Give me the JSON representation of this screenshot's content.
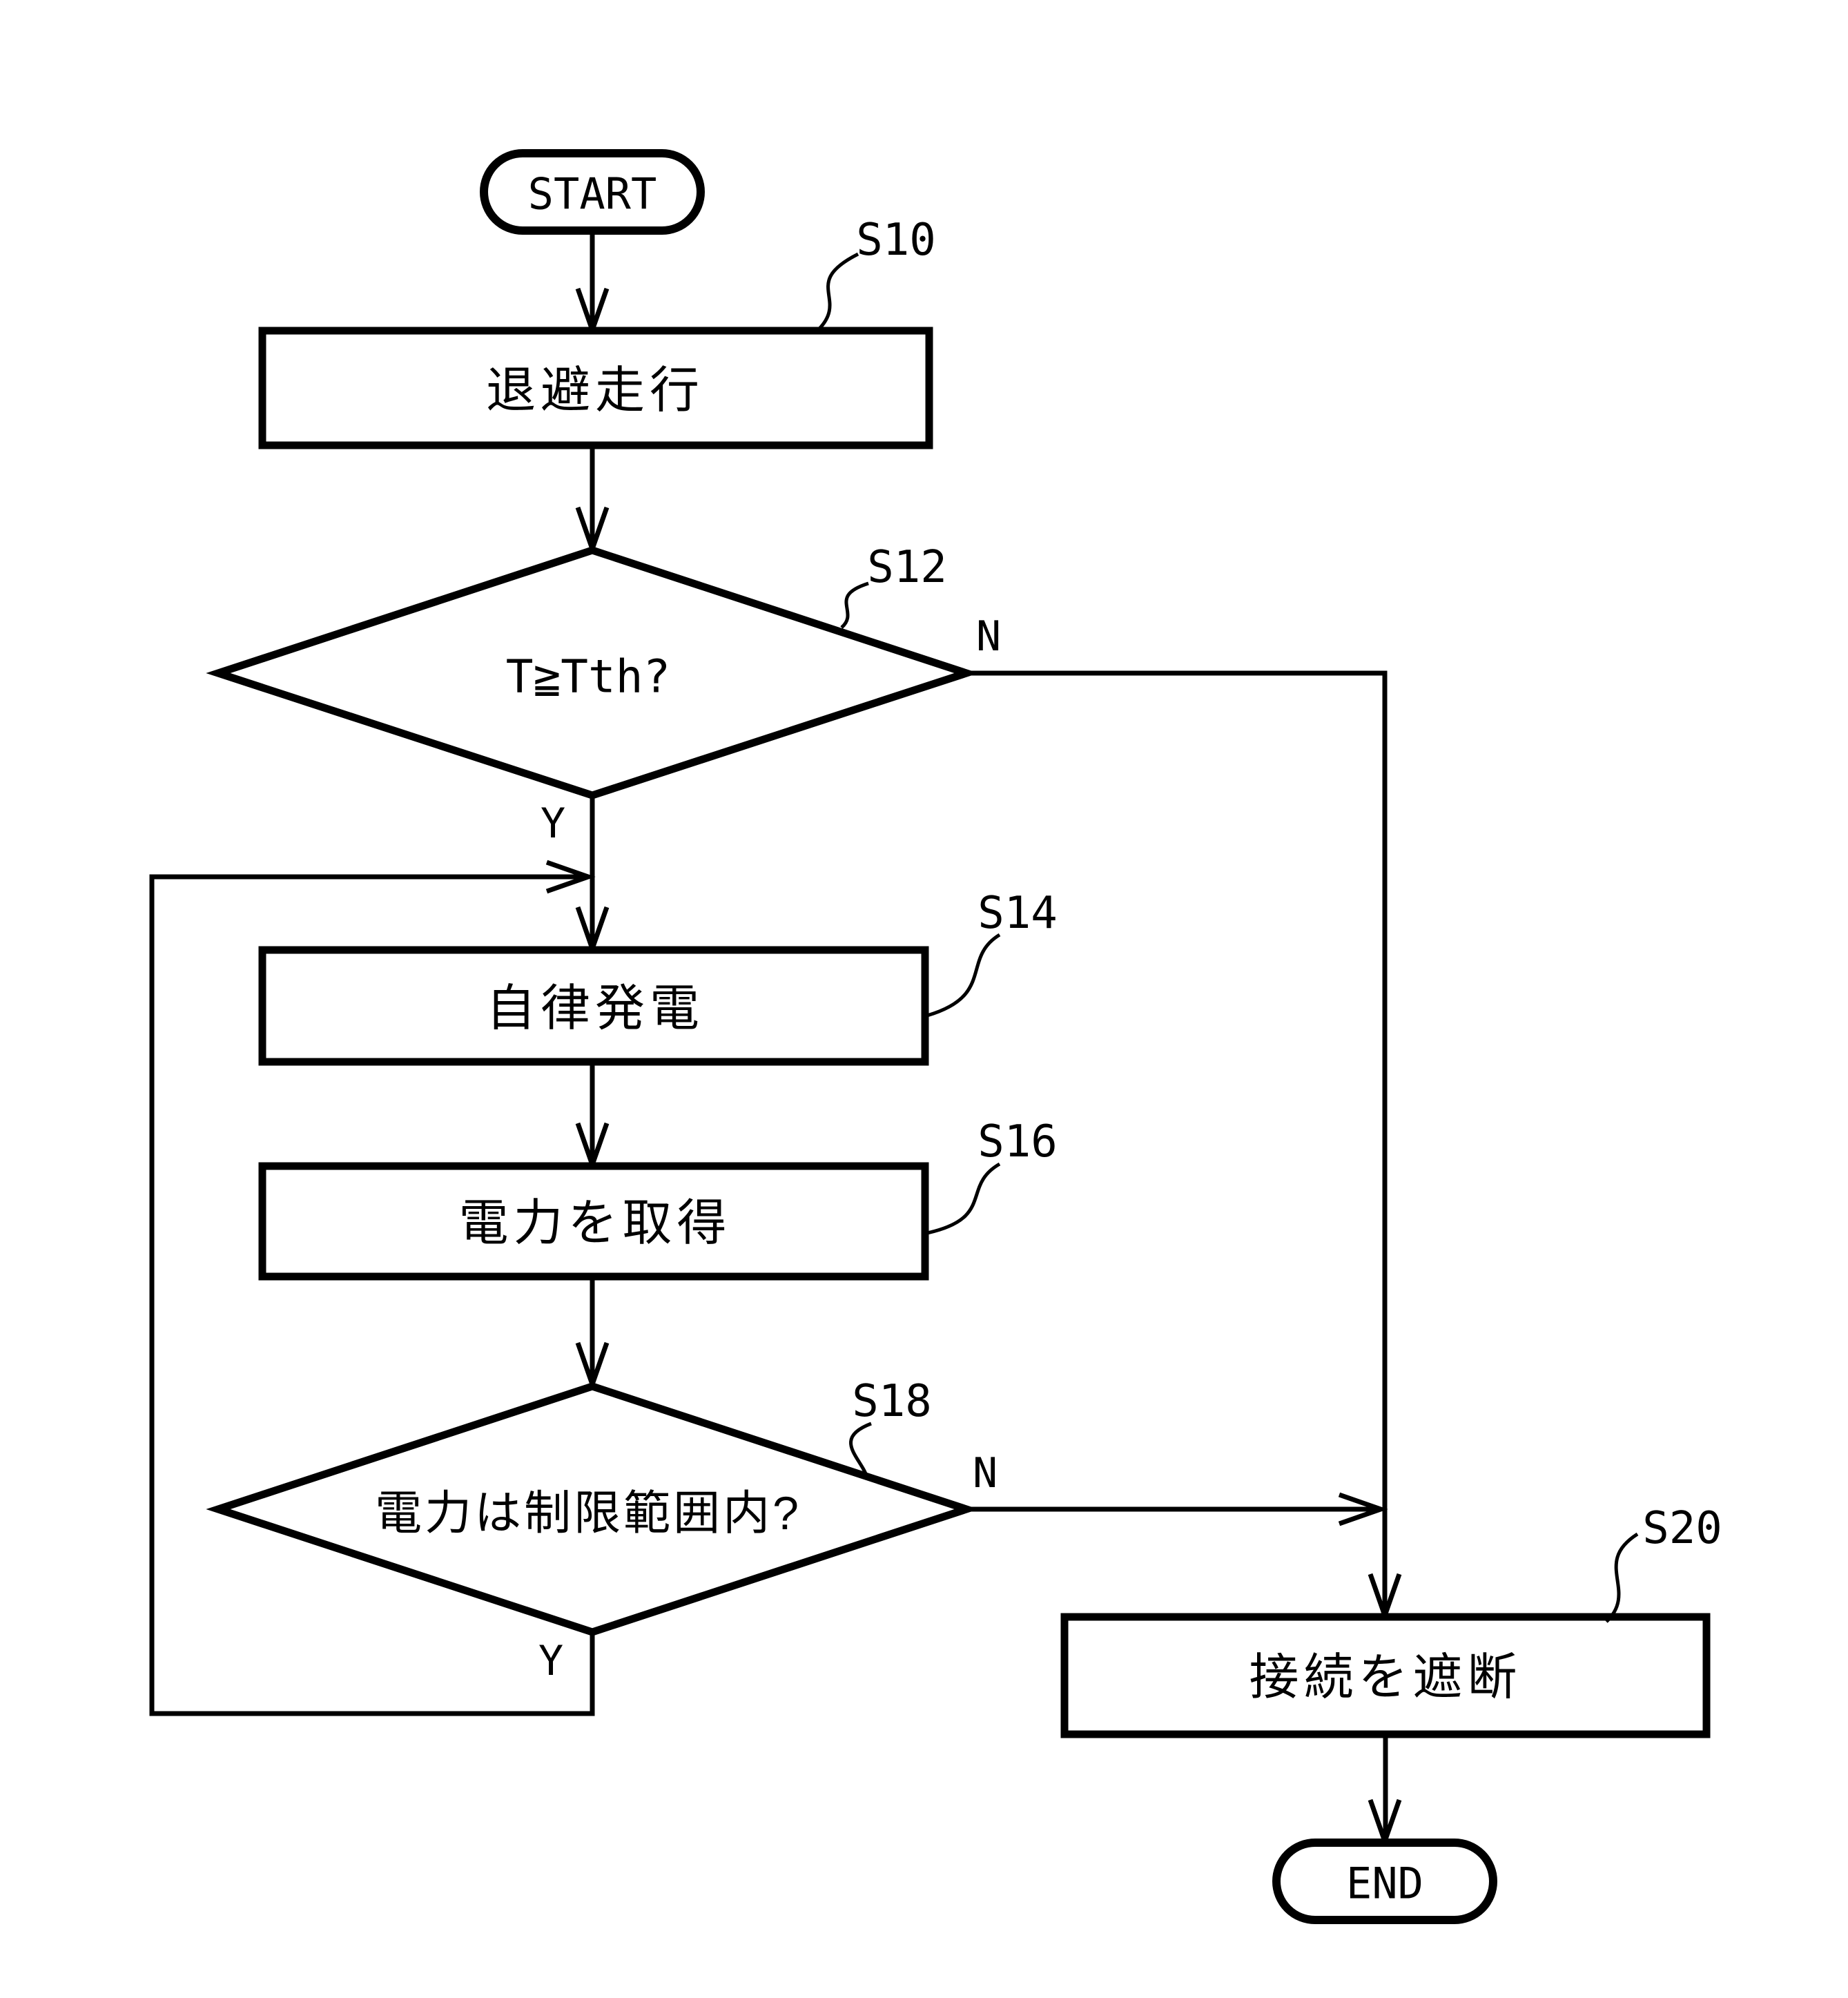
{
  "diagram": {
    "type": "flowchart",
    "terminals": {
      "start": "START",
      "end": "END"
    },
    "steps": [
      {
        "id": "S10",
        "type": "process",
        "label": "退避走行"
      },
      {
        "id": "S12",
        "type": "decision",
        "label": "T≧Tth?",
        "yes": "Y",
        "no": "N"
      },
      {
        "id": "S14",
        "type": "process",
        "label": "自律発電"
      },
      {
        "id": "S16",
        "type": "process",
        "label": "電力を取得"
      },
      {
        "id": "S18",
        "type": "decision",
        "label": "電力は制限範囲内?",
        "yes": "Y",
        "no": "N"
      },
      {
        "id": "S20",
        "type": "process",
        "label": "接続を遮断"
      }
    ],
    "flow": [
      "START -> S10",
      "S10 -> S12",
      "S12 -Y-> S14",
      "S12 -N-> S20",
      "S14 -> S16",
      "S16 -> S18",
      "S18 -Y-> S14 (loop back)",
      "S18 -N-> S20",
      "S20 -> END"
    ],
    "colors": {
      "ink": "#000000",
      "background": "#ffffff"
    }
  }
}
